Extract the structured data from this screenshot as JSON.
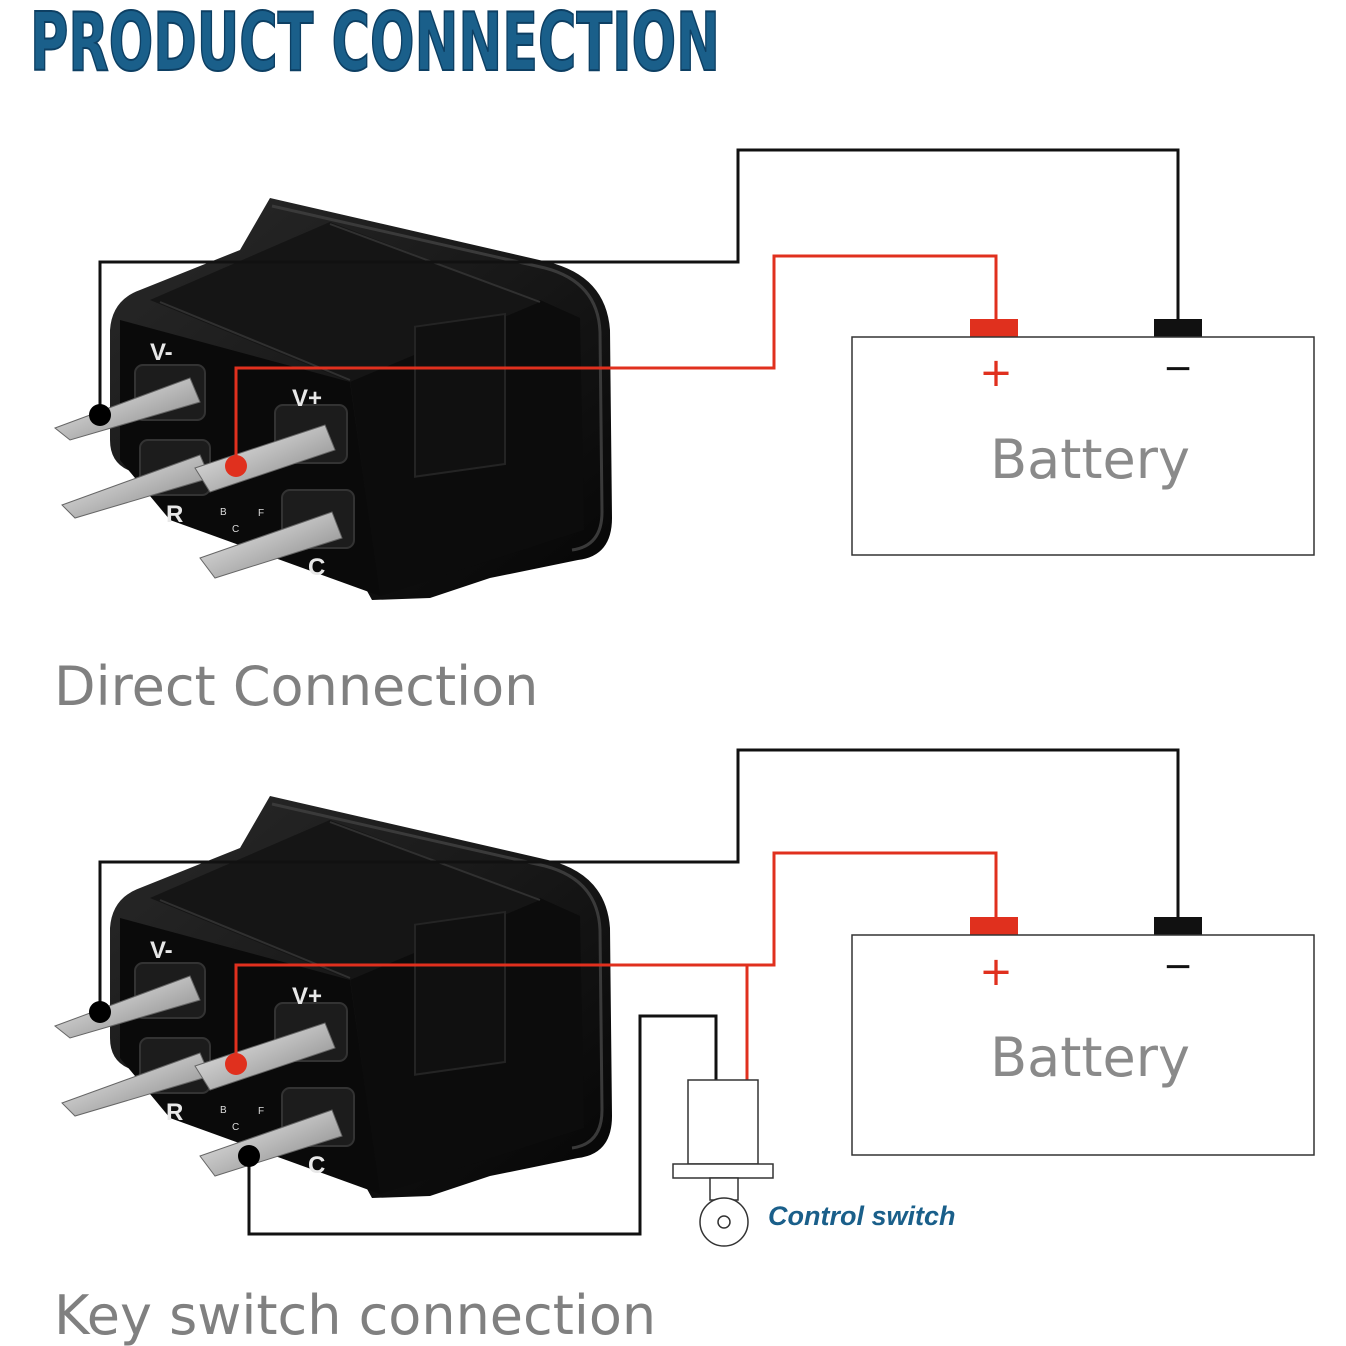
{
  "title": "PRODUCT CONNECTION",
  "colors": {
    "title": "#1a5f8a",
    "positive_wire": "#e0301e",
    "negative_wire": "#111111",
    "battery_outline": "#333333",
    "section_label": "#808080",
    "control_label": "#1a5f8a"
  },
  "sections": [
    {
      "label": "Direct Connection",
      "battery": {
        "label": "Battery",
        "plus": "+",
        "minus": "−"
      },
      "pins": {
        "vminus": "V-",
        "vplus": "V+",
        "r": "R",
        "c": "C"
      }
    },
    {
      "label": "Key switch connection",
      "battery": {
        "label": "Battery",
        "plus": "+",
        "minus": "−"
      },
      "pins": {
        "vminus": "V-",
        "vplus": "V+",
        "r": "R",
        "c": "C"
      },
      "control_switch": {
        "label": "Control switch"
      }
    }
  ]
}
